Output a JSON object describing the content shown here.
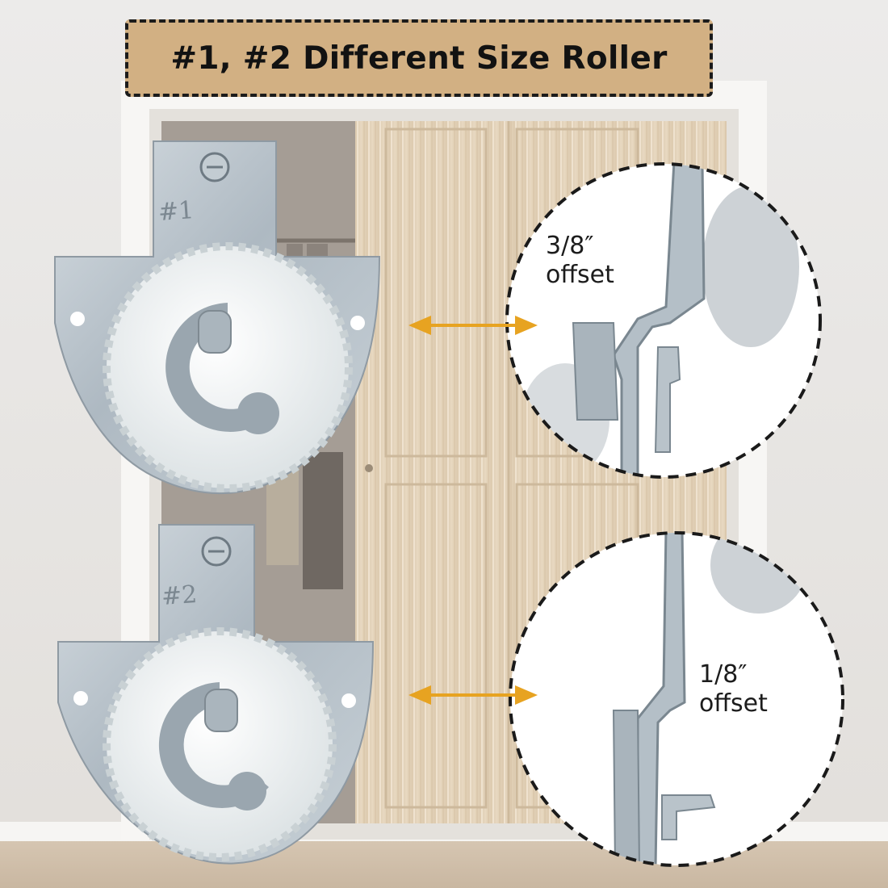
{
  "banner": {
    "title": "#1, #2 Different Size Roller"
  },
  "rollers": [
    {
      "stamp": "#1"
    },
    {
      "stamp": "#2"
    }
  ],
  "callouts": [
    {
      "offset_value": "3/8″",
      "offset_word": "offset"
    },
    {
      "offset_value": "1/8″",
      "offset_word": "offset"
    }
  ],
  "colors": {
    "banner_fill": "#d2b083",
    "arrow": "#e7a321",
    "metal": "#b9c4cc",
    "nylon_wheel": "#eef1f1",
    "door_wood": "#e3d2b8"
  },
  "icons": [
    "double-arrow-icon",
    "double-arrow-icon"
  ]
}
